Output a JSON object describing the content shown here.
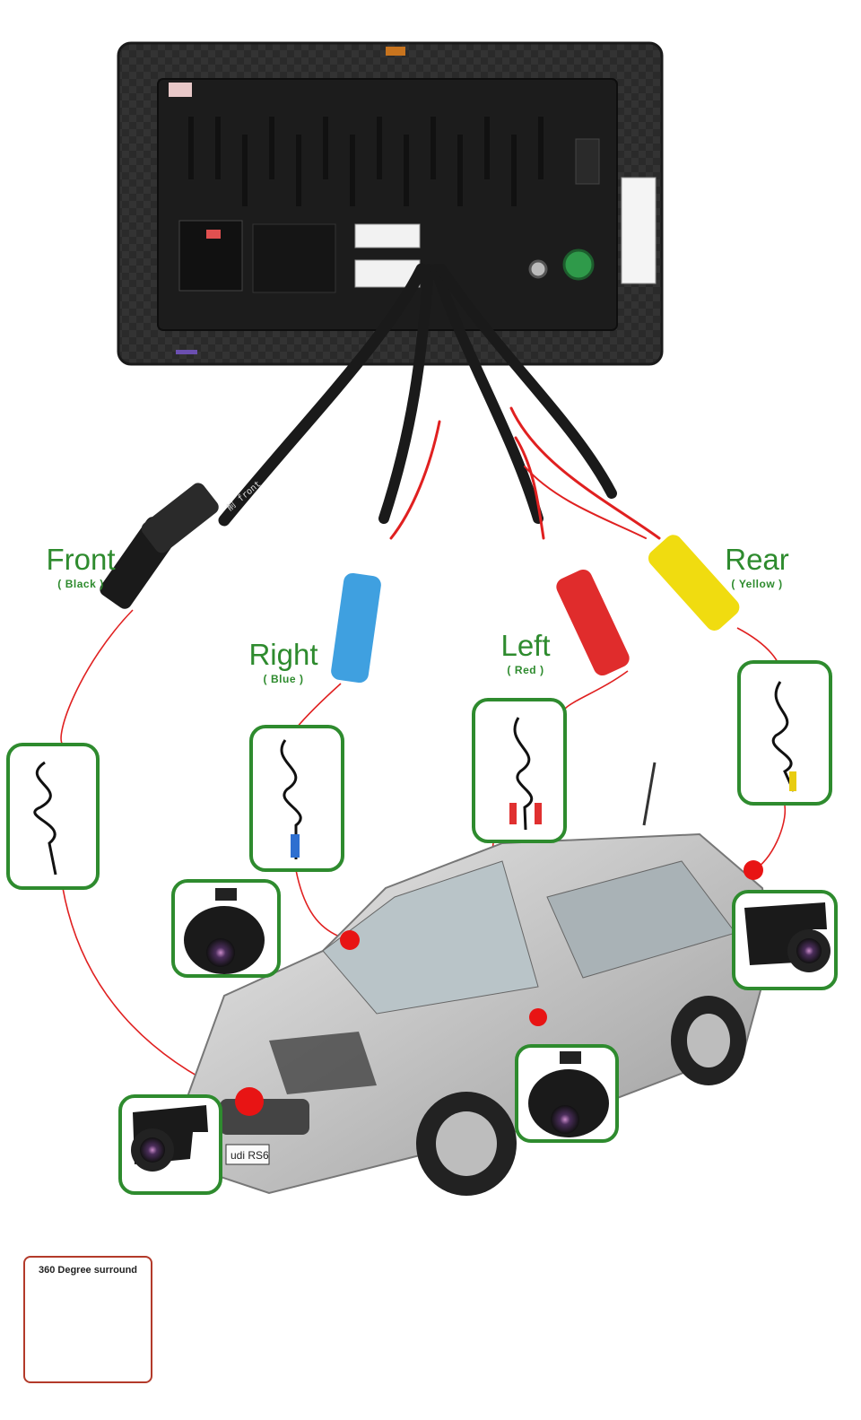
{
  "cameras": [
    {
      "id": "front",
      "label": "Front",
      "color_name": "Black",
      "plug_color": "#1a1a1a"
    },
    {
      "id": "right",
      "label": "Right",
      "color_name": "Blue",
      "plug_color": "#3fa0e0"
    },
    {
      "id": "left",
      "label": "Left",
      "color_name": "Red",
      "plug_color": "#e02c2c"
    },
    {
      "id": "rear",
      "label": "Rear",
      "color_name": "Yellow",
      "plug_color": "#f0dc10"
    }
  ],
  "cable_tag": "前 front",
  "car_badge": "udi RS6",
  "badge": {
    "title": "360 Degree surround"
  },
  "colors": {
    "label_green": "#2e8b2e",
    "frame_green": "#2e8b2e",
    "wire_red": "#e02020",
    "badge_red": "#b33a2a"
  }
}
